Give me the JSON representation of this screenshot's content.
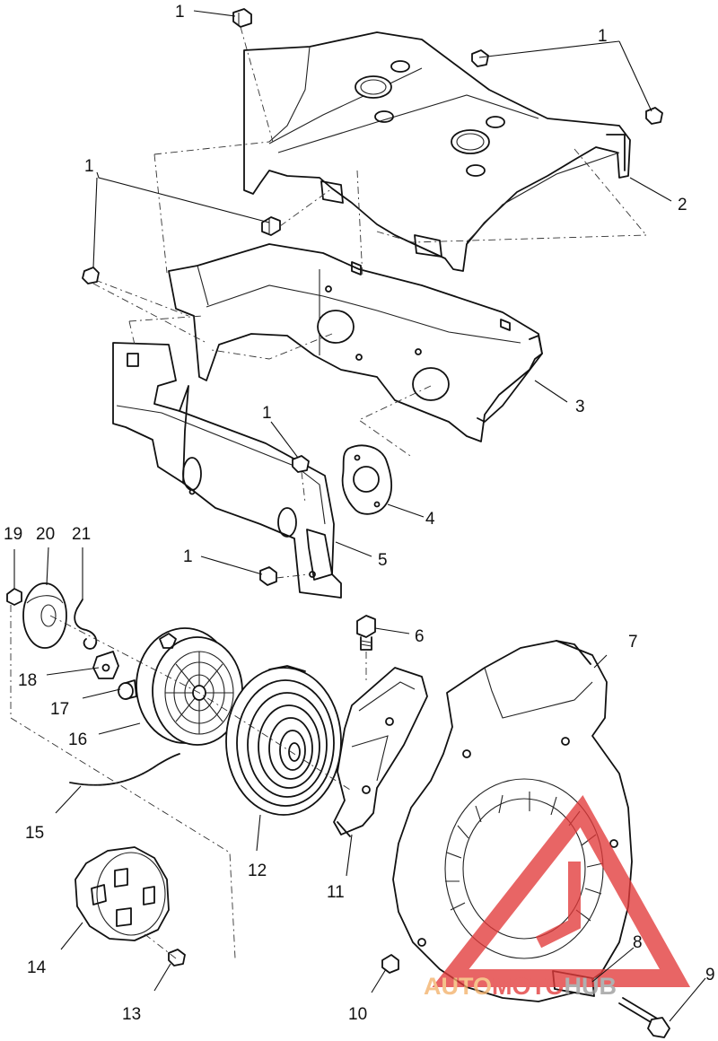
{
  "callouts": [
    {
      "id": "c1a",
      "text": "1"
    },
    {
      "id": "c1b",
      "text": "1"
    },
    {
      "id": "c2",
      "text": "2"
    },
    {
      "id": "c1c",
      "text": "1"
    },
    {
      "id": "c3",
      "text": "3"
    },
    {
      "id": "c1d",
      "text": "1"
    },
    {
      "id": "c4",
      "text": "4"
    },
    {
      "id": "c5",
      "text": "5"
    },
    {
      "id": "c1e",
      "text": "1"
    },
    {
      "id": "c19",
      "text": "19"
    },
    {
      "id": "c20",
      "text": "20"
    },
    {
      "id": "c21",
      "text": "21"
    },
    {
      "id": "c6",
      "text": "6"
    },
    {
      "id": "c7",
      "text": "7"
    },
    {
      "id": "c18",
      "text": "18"
    },
    {
      "id": "c17",
      "text": "17"
    },
    {
      "id": "c16",
      "text": "16"
    },
    {
      "id": "c15",
      "text": "15"
    },
    {
      "id": "c12",
      "text": "12"
    },
    {
      "id": "c11",
      "text": "11"
    },
    {
      "id": "c14",
      "text": "14"
    },
    {
      "id": "c13",
      "text": "13"
    },
    {
      "id": "c10",
      "text": "10"
    },
    {
      "id": "c8",
      "text": "8"
    },
    {
      "id": "c9",
      "text": "9"
    }
  ],
  "watermark": {
    "brand_part1": "AUTO",
    "brand_part2": "MOTO",
    "brand_part3": "HUB",
    "color_primary": "#e23a3a",
    "color_secondary": "#f3b26b",
    "color_tertiary": "#9a9a9a"
  }
}
